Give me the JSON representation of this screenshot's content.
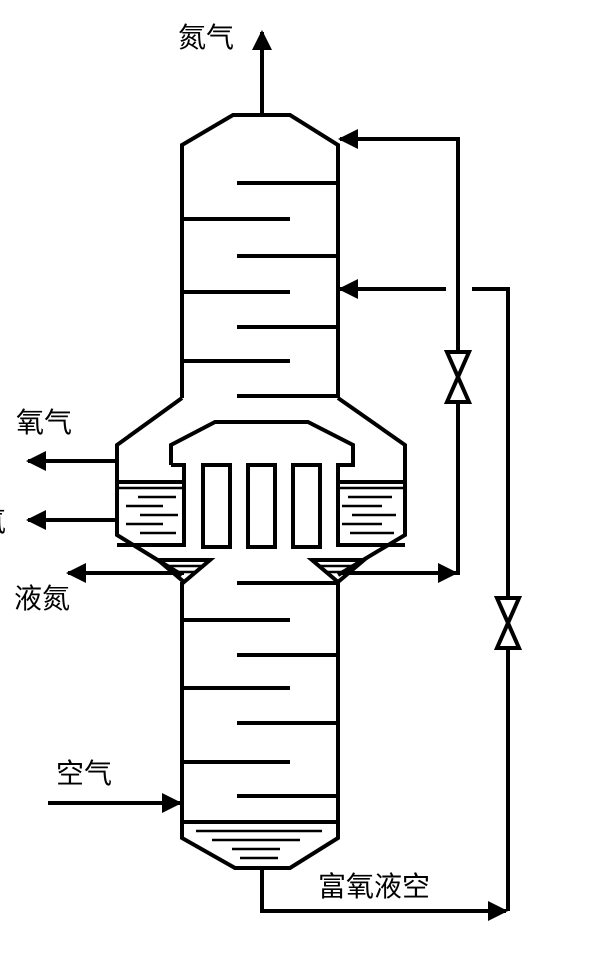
{
  "labels": {
    "nitrogen": "氮气",
    "oxygen": "氧气",
    "partial_left": "氧",
    "liquid_nitrogen": "液氮",
    "air": "空气",
    "oxygen_rich_liquid_air": "富氧液空"
  },
  "colors": {
    "stroke": "#000000",
    "background": "#ffffff"
  }
}
